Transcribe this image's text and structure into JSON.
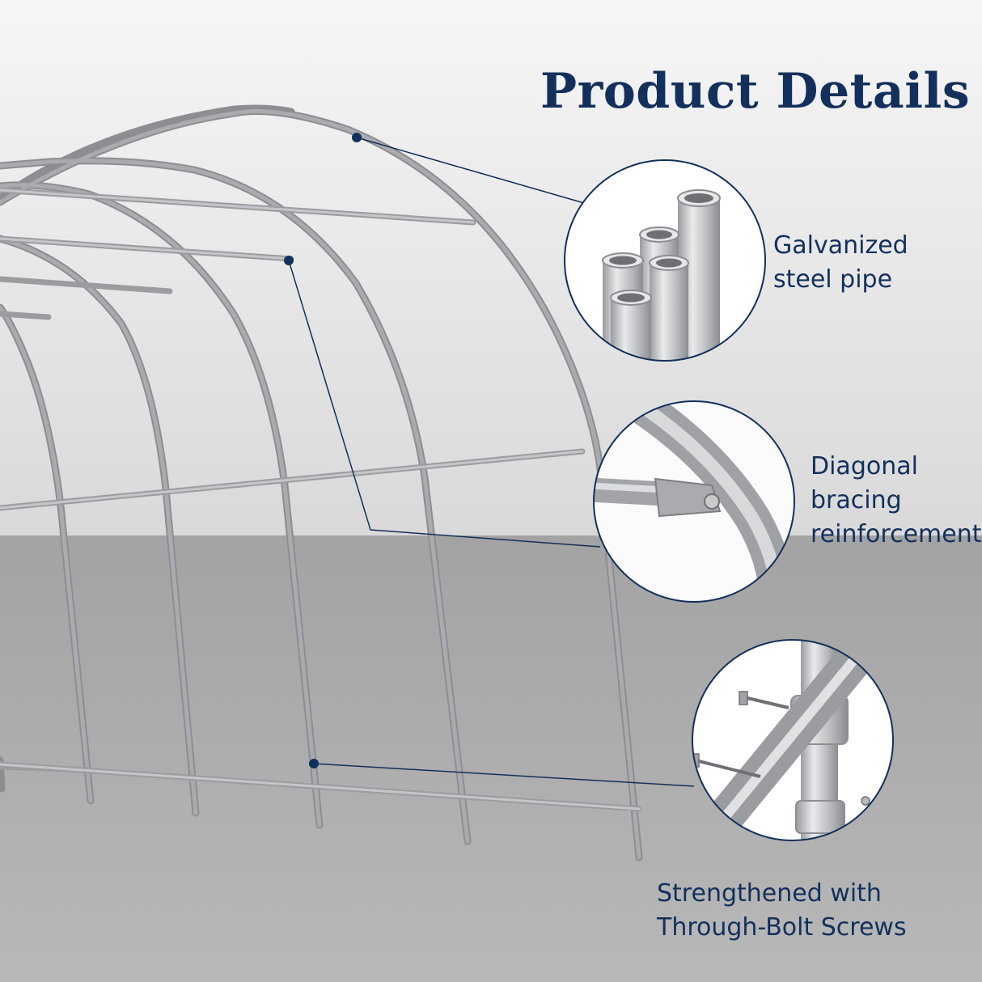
{
  "title": "Product Details",
  "colors": {
    "navy": "#13305c",
    "steel": "#a8aaae",
    "background_top": "#f3f3f3",
    "floor": "#9e9e9e"
  },
  "callouts": [
    {
      "icon": "steel-pipes-icon",
      "lines": [
        "Galvanized",
        "steel pipe"
      ]
    },
    {
      "icon": "diagonal-brace-icon",
      "lines": [
        "Diagonal",
        "bracing",
        "reinforcement"
      ]
    },
    {
      "icon": "through-bolt-joint-icon",
      "lines": [
        "Strengthened with",
        "Through-Bolt Screws"
      ]
    }
  ]
}
